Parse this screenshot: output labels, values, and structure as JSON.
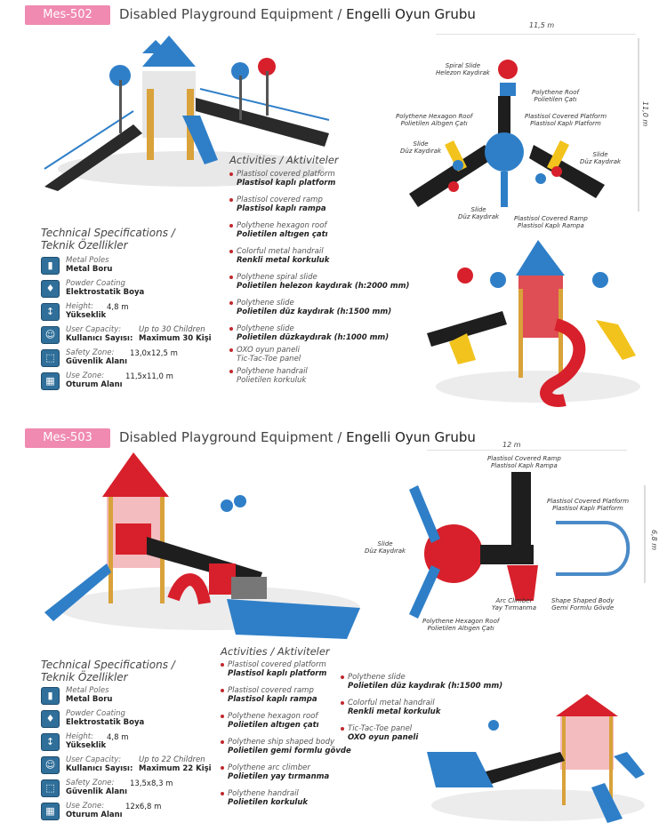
{
  "products": [
    {
      "code": "Mes-502",
      "title_en": "Disabled Playground Equipment / ",
      "title_tr": "Engelli Oyun Grubu",
      "tech_title_en": "Technical Specifications /",
      "tech_title_tr": "Teknik Özellikler",
      "specs": [
        {
          "icon": "poles-icon",
          "en": "Metal Poles",
          "tr": "Metal Boru",
          "val_en": "",
          "val_tr": ""
        },
        {
          "icon": "coating-icon",
          "en": "Powder Coating",
          "tr": "Elektrostatik Boya",
          "val_en": "",
          "val_tr": ""
        },
        {
          "icon": "height-icon",
          "en": "Height:",
          "tr": "Yükseklik",
          "val_en": "4,8 m",
          "val_tr": ""
        },
        {
          "icon": "capacity-icon",
          "en": "User Capacity:",
          "tr": "Kullanıcı Sayısı:",
          "val_en": "Up to 30 Children",
          "val_tr": "Maximum 30 Kişi"
        },
        {
          "icon": "safety-icon",
          "en": "Safety Zone:",
          "tr": "Güvenlik Alanı",
          "val_en": "13,0x12,5 m",
          "val_tr": ""
        },
        {
          "icon": "use-zone-icon",
          "en": "Use Zone:",
          "tr": "Oturum Alanı",
          "val_en": "11,5x11,0 m",
          "val_tr": ""
        }
      ],
      "activities_title": "Activities / Aktiviteler",
      "activities": [
        {
          "en": "Plastisol covered platform",
          "tr": "Plastisol kaplı platform"
        },
        {
          "en": "Plastisol covered ramp",
          "tr": "Plastisol kaplı rampa"
        },
        {
          "en": "Polythene hexagon roof",
          "tr": "Polietilen altıgen çatı"
        },
        {
          "en": "Colorful metal handrail",
          "tr": "Renkli metal korkuluk"
        },
        {
          "en": "Polythene spiral slide",
          "tr": "Polietilen helezon kaydırak (h:2000 mm)"
        },
        {
          "en": "Polythene slide",
          "tr": "Polietilen düz kaydırak (h:1500 mm)"
        },
        {
          "en": "Polythene slide",
          "tr": "Polietilen düzkaydırak (h:1000 mm)"
        },
        {
          "en": "OXO oyun paneli",
          "tr": "Tic-Tac-Toe panel"
        },
        {
          "en": "Polythene handrail",
          "tr": "Polietilen korkuluk"
        }
      ],
      "plan": {
        "width_dim": "11,5 m",
        "height_dim": "11,0 m",
        "labels": [
          {
            "en": "Spiral Slide",
            "tr": "Helezon Kaydırak"
          },
          {
            "en": "Polythene Roof",
            "tr": "Polietilen Çatı"
          },
          {
            "en": "Polythene Hexagon Roof",
            "tr": "Polietilen Altıgen Çatı"
          },
          {
            "en": "Plastisol Covered Platform",
            "tr": "Plastisol Kaplı Platform"
          },
          {
            "en": "Slide",
            "tr": "Düz Kaydırak"
          },
          {
            "en": "Slide",
            "tr": "Düz Kaydırak"
          },
          {
            "en": "Slide",
            "tr": "Düz Kaydırak"
          },
          {
            "en": "Plastisol Covered Ramp",
            "tr": "Plastisol Kaplı Rampa"
          }
        ]
      }
    },
    {
      "code": "Mes-503",
      "title_en": "Disabled Playground Equipment / ",
      "title_tr": "Engelli Oyun Grubu",
      "tech_title_en": "Technical Specifications /",
      "tech_title_tr": "Teknik Özellikler",
      "specs": [
        {
          "icon": "poles-icon",
          "en": "Metal Poles",
          "tr": "Metal Boru",
          "val_en": "",
          "val_tr": ""
        },
        {
          "icon": "coating-icon",
          "en": "Powder Coating",
          "tr": "Elektrostatik Boya",
          "val_en": "",
          "val_tr": ""
        },
        {
          "icon": "height-icon",
          "en": "Height:",
          "tr": "Yükseklik",
          "val_en": "4,8 m",
          "val_tr": ""
        },
        {
          "icon": "capacity-icon",
          "en": "User Capacity:",
          "tr": "Kullanıcı Sayısı:",
          "val_en": "Up to 22 Children",
          "val_tr": "Maximum 22 Kişi"
        },
        {
          "icon": "safety-icon",
          "en": "Safety Zone:",
          "tr": "Güvenlik Alanı",
          "val_en": "13,5x8,3 m",
          "val_tr": ""
        },
        {
          "icon": "use-zone-icon",
          "en": "Use Zone:",
          "tr": "Oturum Alanı",
          "val_en": "12x6,8 m",
          "val_tr": ""
        }
      ],
      "activities_title": "Activities / Aktiviteler",
      "activities_col1": [
        {
          "en": "Plastisol covered platform",
          "tr": "Plastisol kaplı platform"
        },
        {
          "en": "Plastisol covered ramp",
          "tr": "Plastisol kaplı rampa"
        },
        {
          "en": "Polythene hexagon roof",
          "tr": "Polietilen altıgen çatı"
        },
        {
          "en": "Polythene ship shaped body",
          "tr": "Polietilen gemi formlu gövde"
        },
        {
          "en": "Polythene arc climber",
          "tr": "Polietilen yay tırmanma"
        },
        {
          "en": "Polythene handrail",
          "tr": "Polietilen korkuluk"
        }
      ],
      "activities_col2": [
        {
          "en": "Polythene slide",
          "tr": "Polietilen düz kaydırak (h:1500 mm)"
        },
        {
          "en": "Colorful metal handrail",
          "tr": "Renkli metal korkuluk"
        },
        {
          "en": "Tic-Tac-Toe panel",
          "tr": "OXO oyun paneli"
        }
      ],
      "plan": {
        "width_dim": "12 m",
        "height_dim": "6,8 m",
        "labels": [
          {
            "en": "Plastisol Covered Ramp",
            "tr": "Plastisol Kaplı Rampa"
          },
          {
            "en": "Plastisol Covered Platform",
            "tr": "Plastisol Kaplı Platform"
          },
          {
            "en": "Slide",
            "tr": "Düz Kaydırak"
          },
          {
            "en": "Arc Climber",
            "tr": "Yay Tırmanma"
          },
          {
            "en": "Shape Shaped Body",
            "tr": "Gemi Formlu Gövde"
          },
          {
            "en": "Polythene Hexagon Roof",
            "tr": "Polietilen Altıgen Çatı"
          }
        ]
      }
    }
  ],
  "colors": {
    "badge": "#f08ab1",
    "bullet": "#c0292d",
    "icon_bg": "#2f6f9a",
    "blue": "#2f7fc8",
    "red": "#d7202b",
    "yellow": "#f2c31c"
  }
}
